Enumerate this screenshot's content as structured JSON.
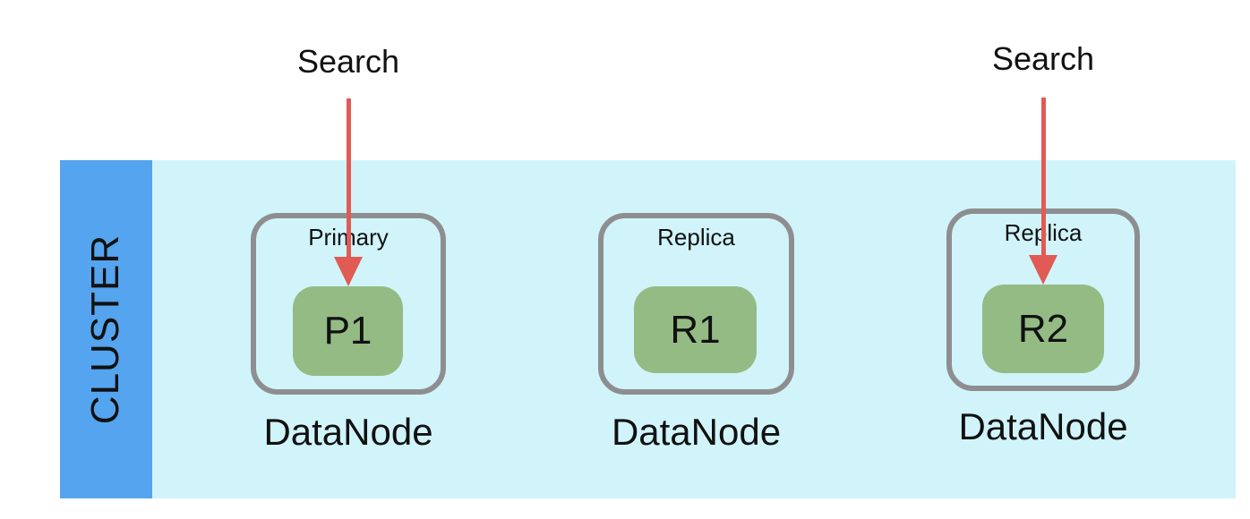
{
  "colors": {
    "background": "#ffffff",
    "band": "#d0f4fa",
    "sidebar": "#55a4ef",
    "node-border": "#8e8e90",
    "shard": "#94bb84",
    "arrow": "#e25a54",
    "text": "#111111"
  },
  "cluster": {
    "label": "CLUSTER"
  },
  "searches": [
    {
      "label": "Search",
      "points_to": "P1"
    },
    {
      "label": "Search",
      "points_to": "R2"
    }
  ],
  "nodes": [
    {
      "role": "Primary",
      "shard": "P1",
      "caption": "DataNode"
    },
    {
      "role": "Replica",
      "shard": "R1",
      "caption": "DataNode"
    },
    {
      "role": "Replica",
      "shard": "R2",
      "caption": "DataNode"
    }
  ]
}
